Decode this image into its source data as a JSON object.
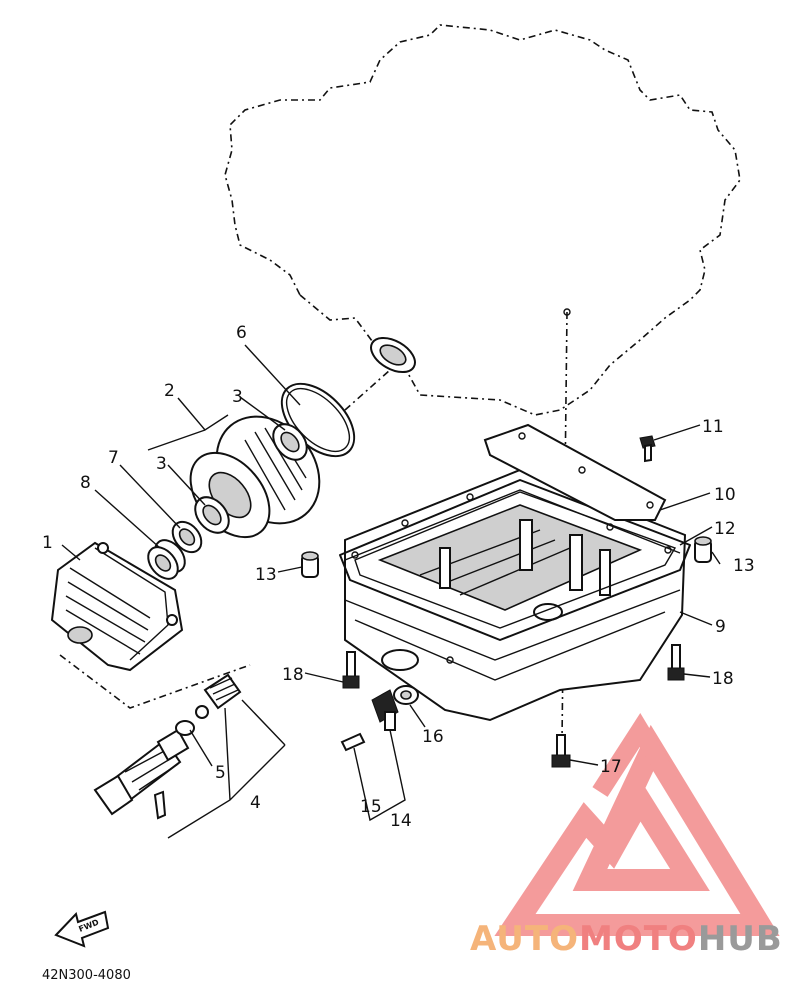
{
  "diagram": {
    "part_code": "42N300-4080",
    "fwd_label": "FWD",
    "callouts": [
      "1",
      "2",
      "3",
      "3",
      "4",
      "5",
      "6",
      "7",
      "8",
      "9",
      "10",
      "11",
      "12",
      "13",
      "13",
      "14",
      "15",
      "16",
      "17",
      "18",
      "18"
    ]
  },
  "watermark": {
    "part1": "AUTO",
    "part2": "MOTO",
    "part3": "HUB",
    "color_orange": "#f5b47a",
    "color_red": "#f08080",
    "color_gray": "#9a9a9a"
  }
}
